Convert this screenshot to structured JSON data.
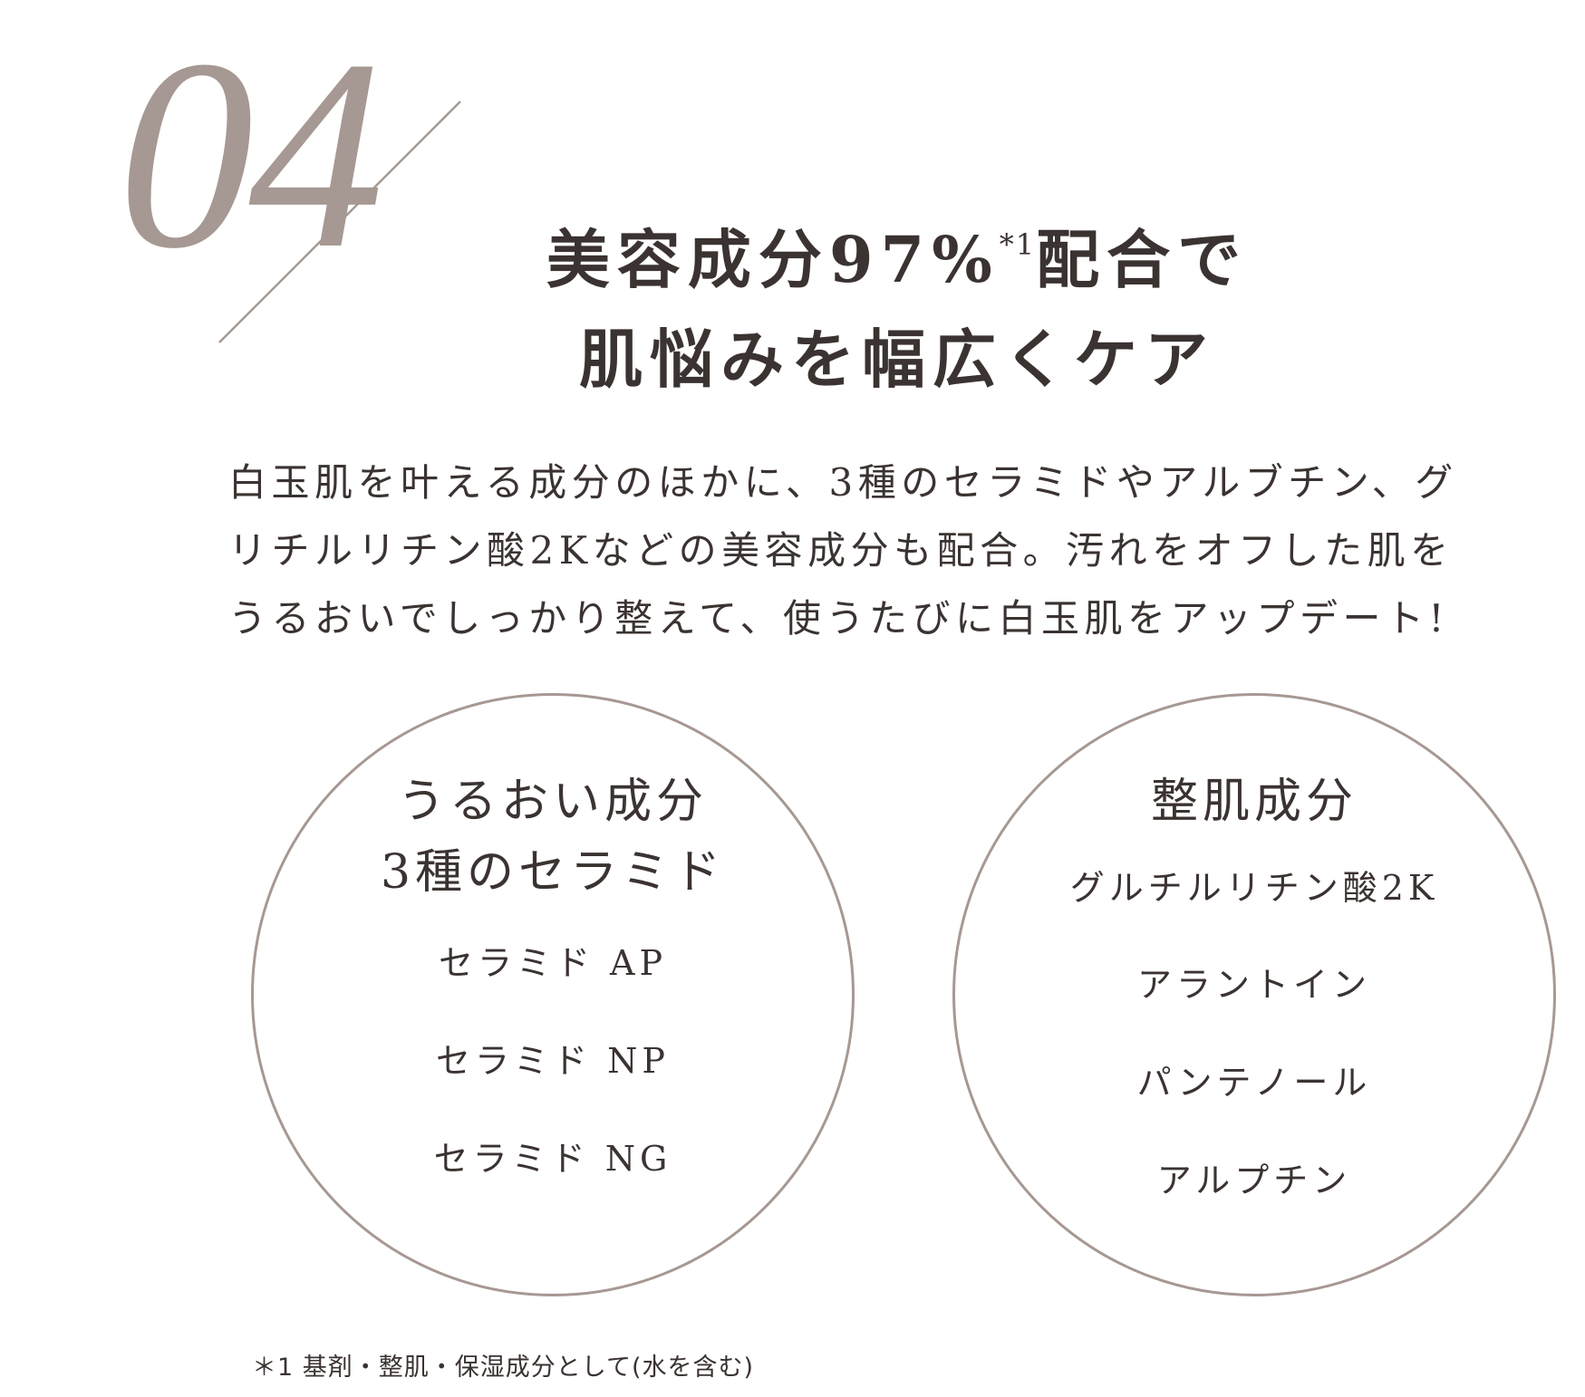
{
  "section": {
    "number": "04",
    "accent_color": "#a69892"
  },
  "headline": {
    "line1": "美容成分97%",
    "note_mark": "*1",
    "line1_end": "配合で",
    "line2": "肌悩みを幅広くケア"
  },
  "body": {
    "lines": [
      "白玉肌を叶える成分のほかに、3種のセラミドやアルブチン、グ",
      "リチルリチン酸2Kなどの美容成分も配合。汚れをオフした肌を",
      "うるおいでしっかり整えて、使うたびに白玉肌をアップデート!"
    ]
  },
  "moisture_circle": {
    "title_line1": "うるおい成分",
    "title_line2": "3種のセラミド",
    "items": [
      "セラミド AP",
      "セラミド NP",
      "セラミド NG"
    ]
  },
  "skin_circle": {
    "title": "整肌成分",
    "items": [
      "グルチルリチン酸2K",
      "アラントイン",
      "パンテノール",
      "アルプチン"
    ]
  },
  "footnote": "＊1 基剤・整肌・保湿成分として(水を含む)"
}
